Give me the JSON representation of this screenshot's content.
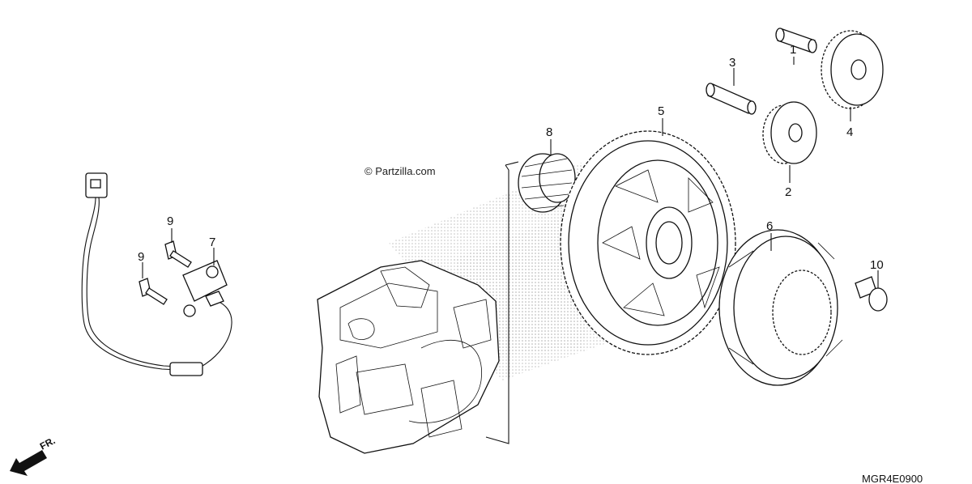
{
  "watermark": "© Partzilla.com",
  "diagram_code": "MGR4E0900",
  "direction_label": "FR.",
  "callouts": [
    {
      "id": "1",
      "text": "1"
    },
    {
      "id": "2",
      "text": "2"
    },
    {
      "id": "3",
      "text": "3"
    },
    {
      "id": "4",
      "text": "4"
    },
    {
      "id": "5",
      "text": "5"
    },
    {
      "id": "6",
      "text": "6"
    },
    {
      "id": "7",
      "text": "7"
    },
    {
      "id": "8",
      "text": "8"
    },
    {
      "id": "9a",
      "text": "9"
    },
    {
      "id": "9b",
      "text": "9"
    },
    {
      "id": "10",
      "text": "10"
    }
  ]
}
